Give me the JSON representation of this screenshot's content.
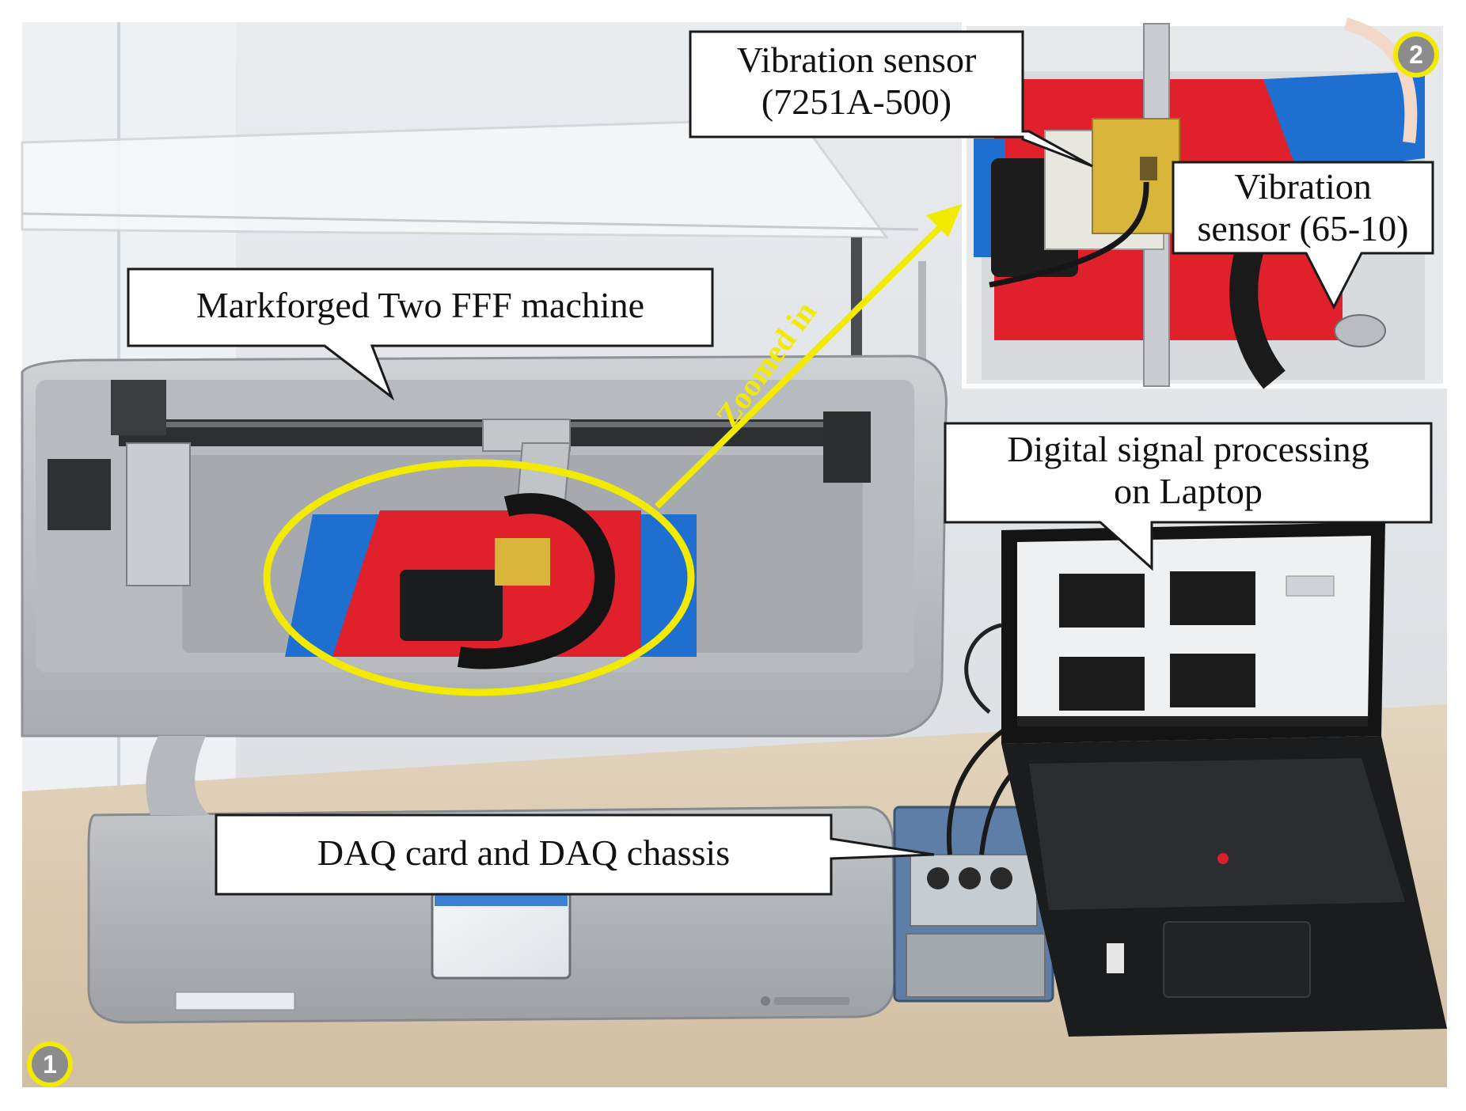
{
  "callouts": {
    "machine": "Markforged Two FFF machine",
    "sensor1_line1": "Vibration sensor",
    "sensor1_line2": "(7251A-500)",
    "sensor2_line1": "Vibration",
    "sensor2_line2": "sensor (65-10)",
    "dsp_line1": "Digital signal processing",
    "dsp_line2": "on Laptop",
    "daq": "DAQ card and DAQ chassis"
  },
  "arrow_label": "Zoomed in",
  "markers": {
    "overview": "1",
    "zoom": "2"
  },
  "colors": {
    "highlight": "#f2ea00",
    "marker_fill": "#8c8c8c",
    "print_bed": "#e0202a",
    "bed_tape": "#1e6fd0"
  }
}
